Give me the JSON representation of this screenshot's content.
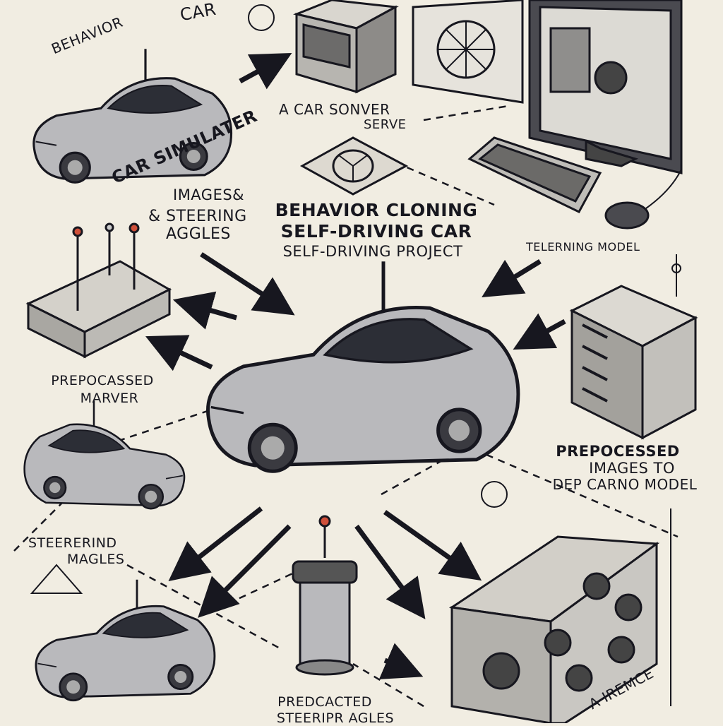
{
  "labels": {
    "behavior_top": "BEHAVIOR",
    "car_top": "CAR",
    "car_server_1": "A CAR   SONVER",
    "car_server_2": "SERVE",
    "car_simulator": "CAR SIMULATER",
    "images_steering_1": "IMAGES&",
    "images_steering_2": "& STEERING",
    "images_steering_3": "AGGLES",
    "title_1": "BEHAVIOR CLONING",
    "title_2": "SELF-DRIVING CAR",
    "title_3": "SELF-DRIVING PROJECT",
    "telerning_model": "TELERNING MODEL",
    "prepocassed_1": "PREPOCASSED",
    "prepocassed_2": "MARVER",
    "preprocessed_1": "PREPOCESSED",
    "preprocessed_2": "IMAGES TO",
    "preprocessed_3": "DEP CARNO MODEL",
    "steerering_1": "STEERERIND",
    "steerering_2": "MAGLES",
    "predcacted_1": "PREDCACTED",
    "predcacted_2": "STEERIPR AGLES",
    "iremce": "A IREMCE"
  },
  "colors": {
    "background": "#f1ede2",
    "ink": "#17171f",
    "car_body": "#b9b9bc",
    "accent_red": "#d0503a"
  }
}
